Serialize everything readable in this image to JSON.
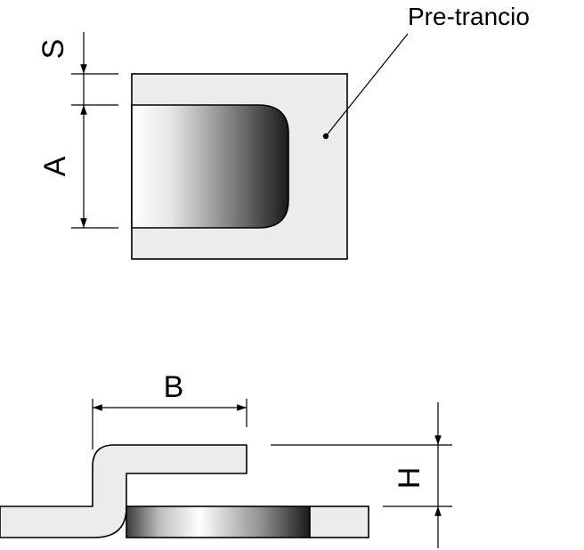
{
  "labels": {
    "pre_trancio": "Pre-trancio",
    "s": "S",
    "a": "A",
    "b": "B",
    "h": "H"
  },
  "colors": {
    "plate_fill": "#ececec",
    "stroke": "#000000",
    "gradient_light": "#ffffff",
    "gradient_dark": "#1a1a1a"
  }
}
